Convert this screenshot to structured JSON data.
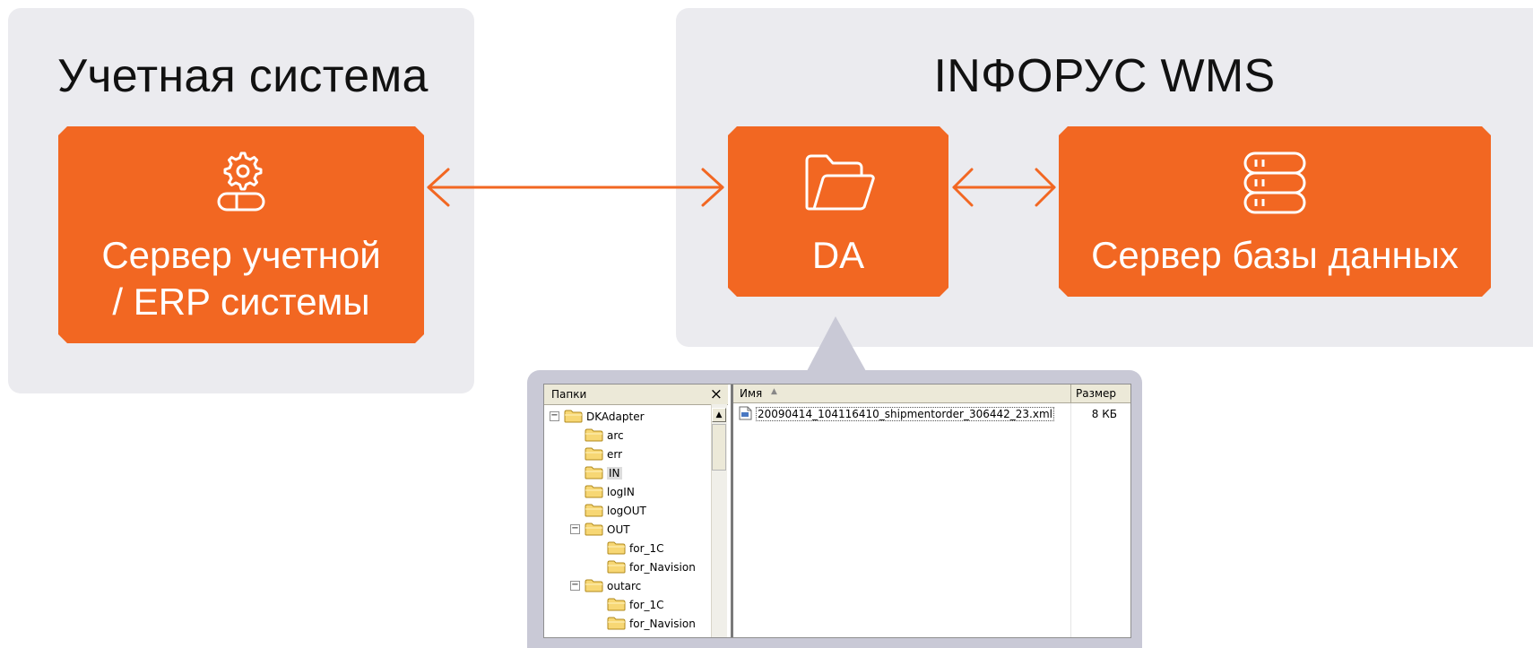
{
  "left_group": {
    "title": "Учетная система"
  },
  "right_group": {
    "title": "INФОРУС WMS"
  },
  "nodes": {
    "erp": {
      "label_line1": "Сервер учетной",
      "label_line2": "/ ERP системы",
      "icon": "gear-server-icon"
    },
    "da": {
      "label": "DA",
      "icon": "folder-open-icon"
    },
    "db": {
      "label": "Сервер базы данных",
      "icon": "database-icon"
    }
  },
  "explorer": {
    "folders_title": "Папки",
    "close_glyph": "×",
    "tree": [
      {
        "label": "DKAdapter",
        "expander": "−"
      },
      {
        "label": "arc"
      },
      {
        "label": "err"
      },
      {
        "label": "IN",
        "selected": true
      },
      {
        "label": "logIN"
      },
      {
        "label": "logOUT"
      },
      {
        "label": "OUT",
        "expander": "−"
      },
      {
        "label": "for_1C"
      },
      {
        "label": "for_Navision"
      },
      {
        "label": "outarc",
        "expander": "−"
      },
      {
        "label": "for_1C"
      },
      {
        "label": "for_Navision"
      }
    ],
    "columns": {
      "name": "Имя",
      "size": "Размер"
    },
    "files": [
      {
        "name": "20090414_104116410_shipmentorder_306442_23.xml",
        "size": "8 КБ"
      }
    ]
  },
  "colors": {
    "accent": "#f26722",
    "panel": "#ebebef",
    "callout": "#c9c9d6"
  }
}
